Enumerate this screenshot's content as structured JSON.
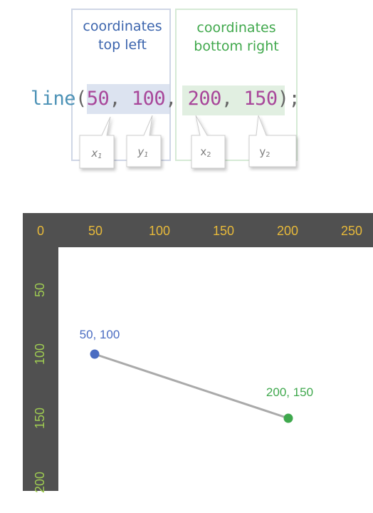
{
  "header": {
    "top_left_line1": "coordinates",
    "top_left_line2": "top left",
    "bottom_right_line1": "coordinates",
    "bottom_right_line2": "bottom right"
  },
  "code": {
    "fn": "line",
    "open": "(",
    "x1": "50",
    "sep1": ", ",
    "y1": "100",
    "sep2": ", ",
    "x2": "200",
    "sep3": ", ",
    "y2": "150",
    "close": ");"
  },
  "callouts": {
    "x1": "x",
    "x1_sub": "1",
    "y1": "y",
    "y1_sub": "1",
    "x2": "x",
    "x2_sub": "2",
    "y2": "y",
    "y2_sub": "2"
  },
  "axis": {
    "x_ticks": [
      "0",
      "50",
      "100",
      "150",
      "200",
      "250"
    ],
    "y_ticks": [
      "50",
      "100",
      "150",
      "200"
    ]
  },
  "line": {
    "start": {
      "x": 50,
      "y": 100,
      "label": "50, 100"
    },
    "end": {
      "x": 200,
      "y": 150,
      "label": "200, 150"
    }
  },
  "colors": {
    "axis_bg": "#505050",
    "x_tick": "#e7b93a",
    "y_tick": "#9fcc52",
    "blue": "#4a6cc2",
    "green": "#3fa84d",
    "line": "#aaaaaa"
  }
}
